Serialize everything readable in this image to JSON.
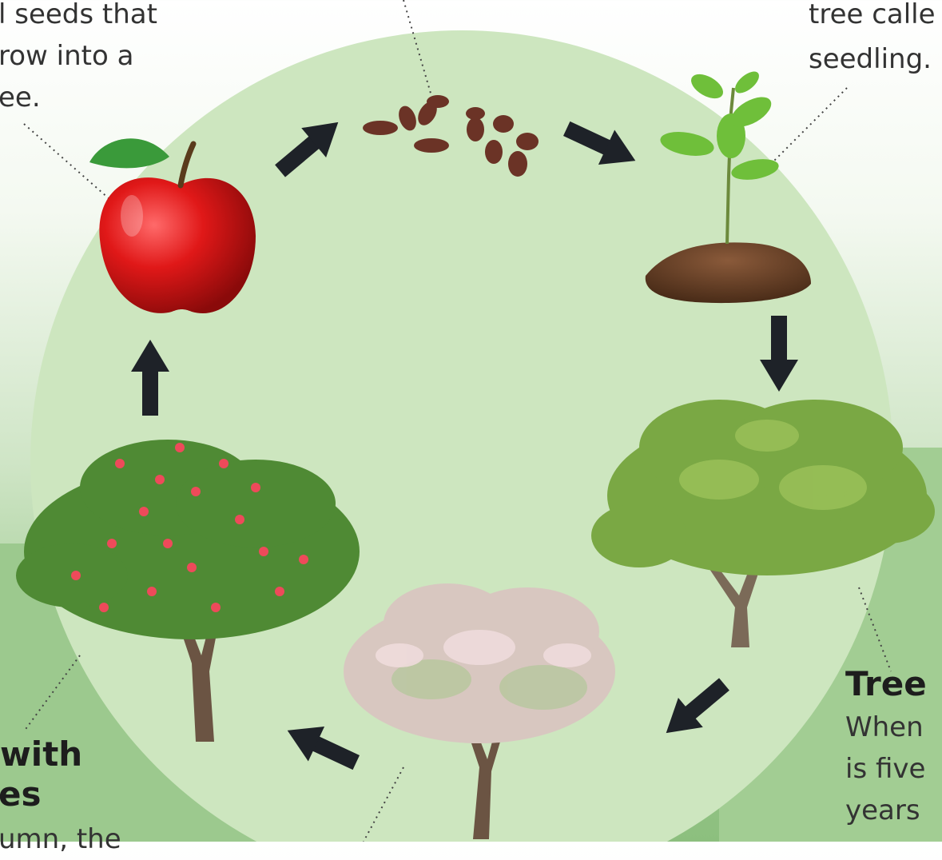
{
  "captions": {
    "apple_lines": [
      "l seeds that",
      "row into a",
      "ee."
    ],
    "seedling_lines": [
      "tree calle",
      "seedling."
    ],
    "tree_heading": "Tree",
    "tree_lines": [
      "When",
      "is five",
      "years"
    ],
    "apples_heading_lines": [
      "with",
      "es"
    ],
    "apples_lines": [
      "umn, the"
    ]
  },
  "colors": {
    "circle": "#cde6bf",
    "arrow": "#1e2228",
    "dotted": "#444444"
  }
}
